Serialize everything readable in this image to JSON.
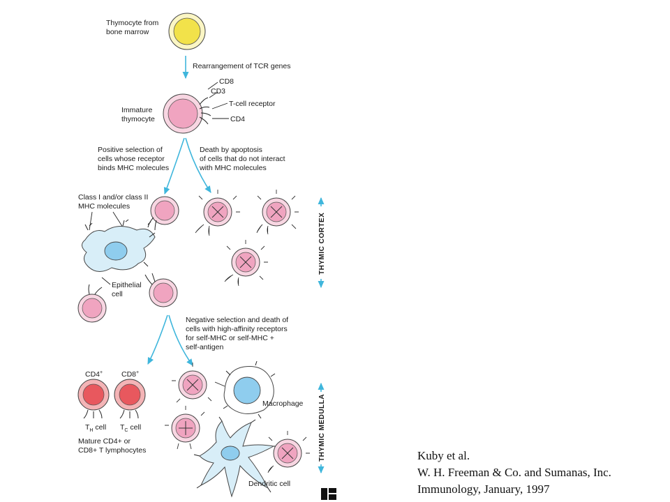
{
  "labels": {
    "thymocyte_origin": [
      "Thymocyte from",
      "bone marrow"
    ],
    "rearrangement": "Rearrangement of TCR genes",
    "cd8": "CD8",
    "cd3": "CD3",
    "tcr": "T-cell receptor",
    "cd4": "CD4",
    "immature": [
      "Immature",
      "thymocyte"
    ],
    "positive_selection": [
      "Positive selection of",
      "cells whose receptor",
      "binds MHC molecules"
    ],
    "death_apoptosis": [
      "Death by apoptosis",
      "of cells that do not interact",
      "with MHC molecules"
    ],
    "mhc_molecules": [
      "Class I and/or class II",
      "MHC molecules"
    ],
    "epithelial": [
      "Epithelial",
      "cell"
    ],
    "negative_selection": [
      "Negative selection and death of",
      "cells with high-affinity receptors",
      "for self-MHC or self-MHC +",
      "self-antigen"
    ],
    "cd4_plus": {
      "base": "CD4",
      "sup": "+"
    },
    "cd8_plus": {
      "base": "CD8",
      "sup": "+"
    },
    "th_cell": {
      "base": "T",
      "sub": "H",
      "rest": " cell"
    },
    "tc_cell": {
      "base": "T",
      "sub": "C",
      "rest": " cell"
    },
    "mature": [
      "Mature CD4+ or",
      "CD8+ T lymphocytes"
    ],
    "macrophage": "Macrophage",
    "dendritic": "Dendritic cell",
    "thymic_cortex": "THYMIC CORTEX",
    "thymic_medulla": "THYMIC MEDULLA"
  },
  "citation": {
    "authors": "Kuby et al.",
    "publisher": "W. H. Freeman & Co. and Sumanas, Inc.",
    "book": "Immunology, January, 1997"
  },
  "colors": {
    "arrow": "#3fb6dc",
    "thymocyte_yellow": "#f2e24a",
    "cell_pink": "#f0a4c0",
    "cell_pink_light": "#f8d6e2",
    "mature_red": "#e8585e",
    "blue_nucleus": "#8fcdee",
    "blue_cytoplasm": "#d8eef8"
  },
  "icons": [
    "publisher-logo-icon"
  ]
}
